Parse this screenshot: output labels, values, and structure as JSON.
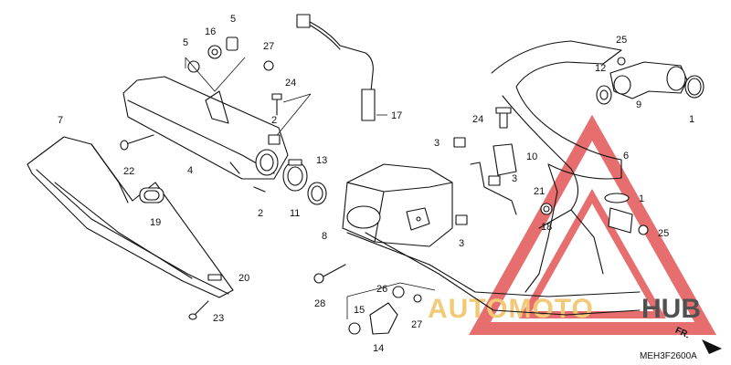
{
  "diagram_code": "MEH3F2600A",
  "direction_label": "FR.",
  "watermark": {
    "brand": "AUTOMOTOHUB",
    "colors": {
      "triangle": "#e35555",
      "auto": "#f0c060",
      "hub": "#333333"
    }
  },
  "callouts": {
    "c1a": "1",
    "c1b": "1",
    "c2a": "2",
    "c2b": "2",
    "c3a": "3",
    "c3b": "3",
    "c3c": "3",
    "c4": "4",
    "c5a": "5",
    "c5b": "5",
    "c6": "6",
    "c7": "7",
    "c8": "8",
    "c9": "9",
    "c10": "10",
    "c11": "11",
    "c12": "12",
    "c13": "13",
    "c14": "14",
    "c15": "15",
    "c16": "16",
    "c17": "17",
    "c18": "18",
    "c19": "19",
    "c20": "20",
    "c21": "21",
    "c22": "22",
    "c23": "23",
    "c24a": "24",
    "c24b": "24",
    "c25a": "25",
    "c25b": "25",
    "c26": "26",
    "c27a": "27",
    "c27b": "27",
    "c28": "28"
  }
}
